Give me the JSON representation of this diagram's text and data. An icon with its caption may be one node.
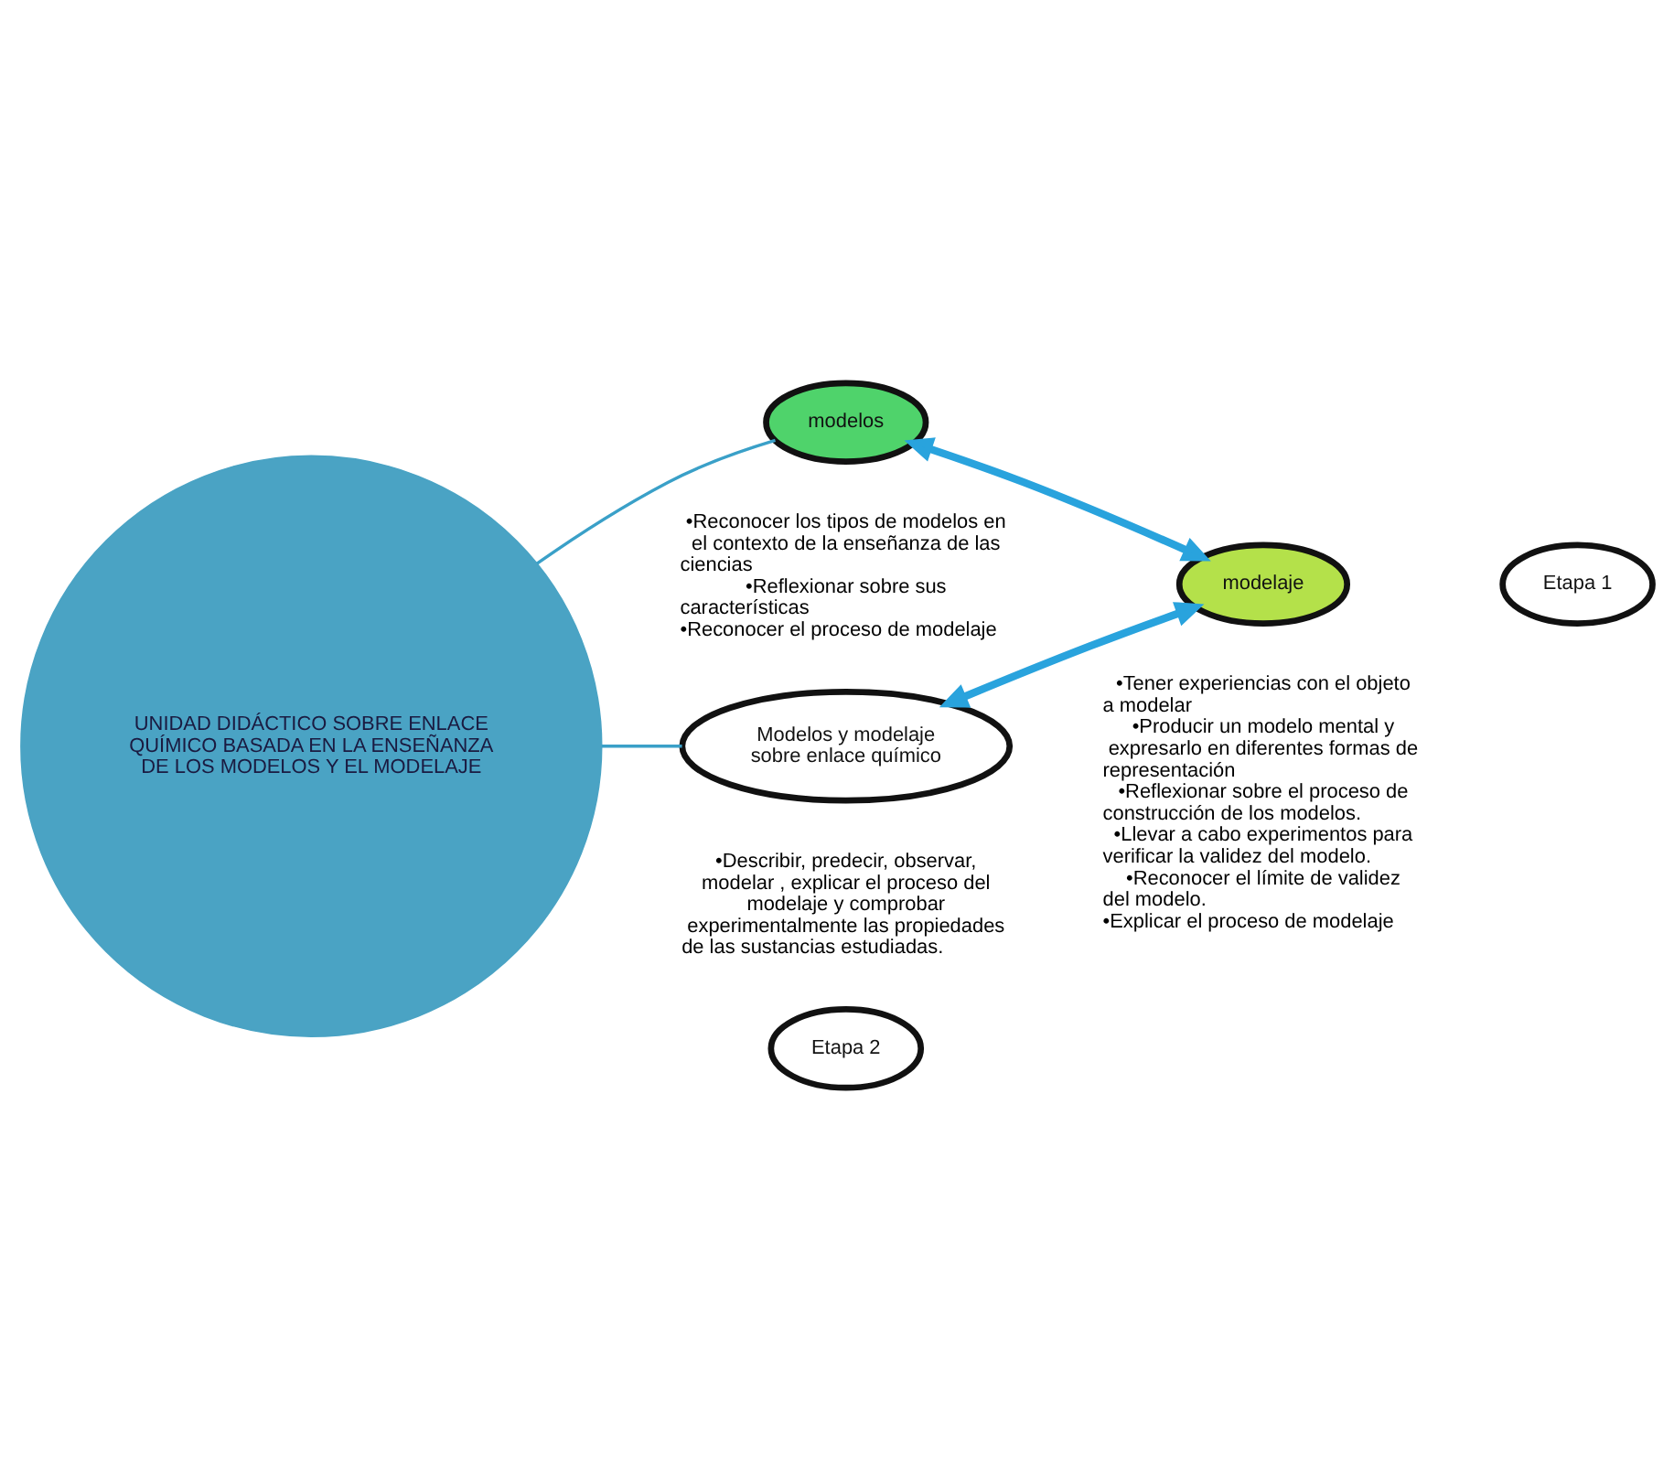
{
  "diagram": {
    "nodes": [
      {
        "text": [
          "UNIDAD DIDÁCTICO SOBRE ENLACE QUÍMICO BASADA EN LA ENSEÑANZA DE LOS MODELOS Y EL MODELAJE"
        ]
      },
      {
        "text": [
          "modelos"
        ],
        "beside": [
          "•Reconocer los tipos de modelos en el contexto de la enseñanza de las ciencias",
          "•Reflexionar sobre sus características",
          "•Reconocer el proceso de modelaje"
        ]
      },
      {
        "text": [
          "modelaje"
        ],
        "beside": [
          "•Tener experiencias con el objeto a modelar",
          "•Producir un modelo mental y expresarlo en diferentes formas de representación",
          "•Reflexionar sobre el proceso de construcción de los modelos.",
          "•Llevar a cabo experimentos para verificar la validez del modelo.",
          "•Reconocer el límite de validez del modelo.",
          "•Explicar el proceso de modelaje"
        ]
      },
      {
        "text": [
          "Modelos y modelaje sobre enlace químico"
        ],
        "beside": [
          "•Describir, predecir, observar, modelar , explicar el proceso del modelaje y comprobar experimentalmente las propiedades de las sustancias estudiadas."
        ]
      },
      {
        "text": [
          "Etapa 2"
        ]
      },
      {
        "text": [
          "Etapa 1"
        ]
      }
    ],
    "edges": [
      {
        "from": 0,
        "to": 1,
        "arrow": "none"
      },
      {
        "from": 0,
        "to": 3,
        "arrow": "none"
      },
      {
        "from": 1,
        "to": 2,
        "arrow": "both",
        "style": "thick",
        "color": "#29a3dd"
      },
      {
        "from": 3,
        "to": 2,
        "arrow": "both",
        "style": "thick",
        "color": "#29a3dd"
      }
    ]
  }
}
